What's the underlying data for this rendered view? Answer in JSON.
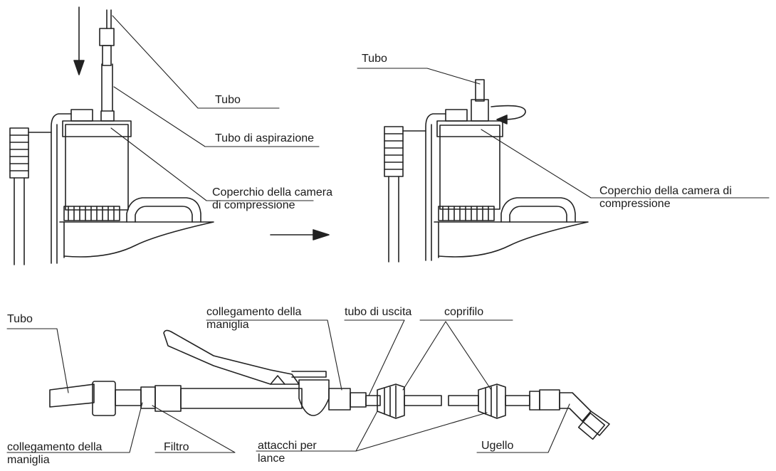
{
  "labels": {
    "tl_tubo": "Tubo",
    "tl_aspirazione": "Tubo di aspirazione",
    "tl_coperchio": "Coperchio della camera\ndi compressione",
    "tr_tubo": "Tubo",
    "tr_coperchio": "Coperchio della camera di\ncompressione",
    "b_tubo": "Tubo",
    "b_collegamento_top": "collegamento della\nmaniglia",
    "b_tubo_uscita": "tubo di uscita",
    "b_coprifilo": "coprifilo",
    "b_collegamento_bottom": "collegamento della\nmaniglia",
    "b_filtro": "Filtro",
    "b_attacchi": "attacchi per\nlance",
    "b_ugello": "Ugello"
  },
  "colors": {
    "stroke": "#222222",
    "label": "#1a1a1a"
  }
}
